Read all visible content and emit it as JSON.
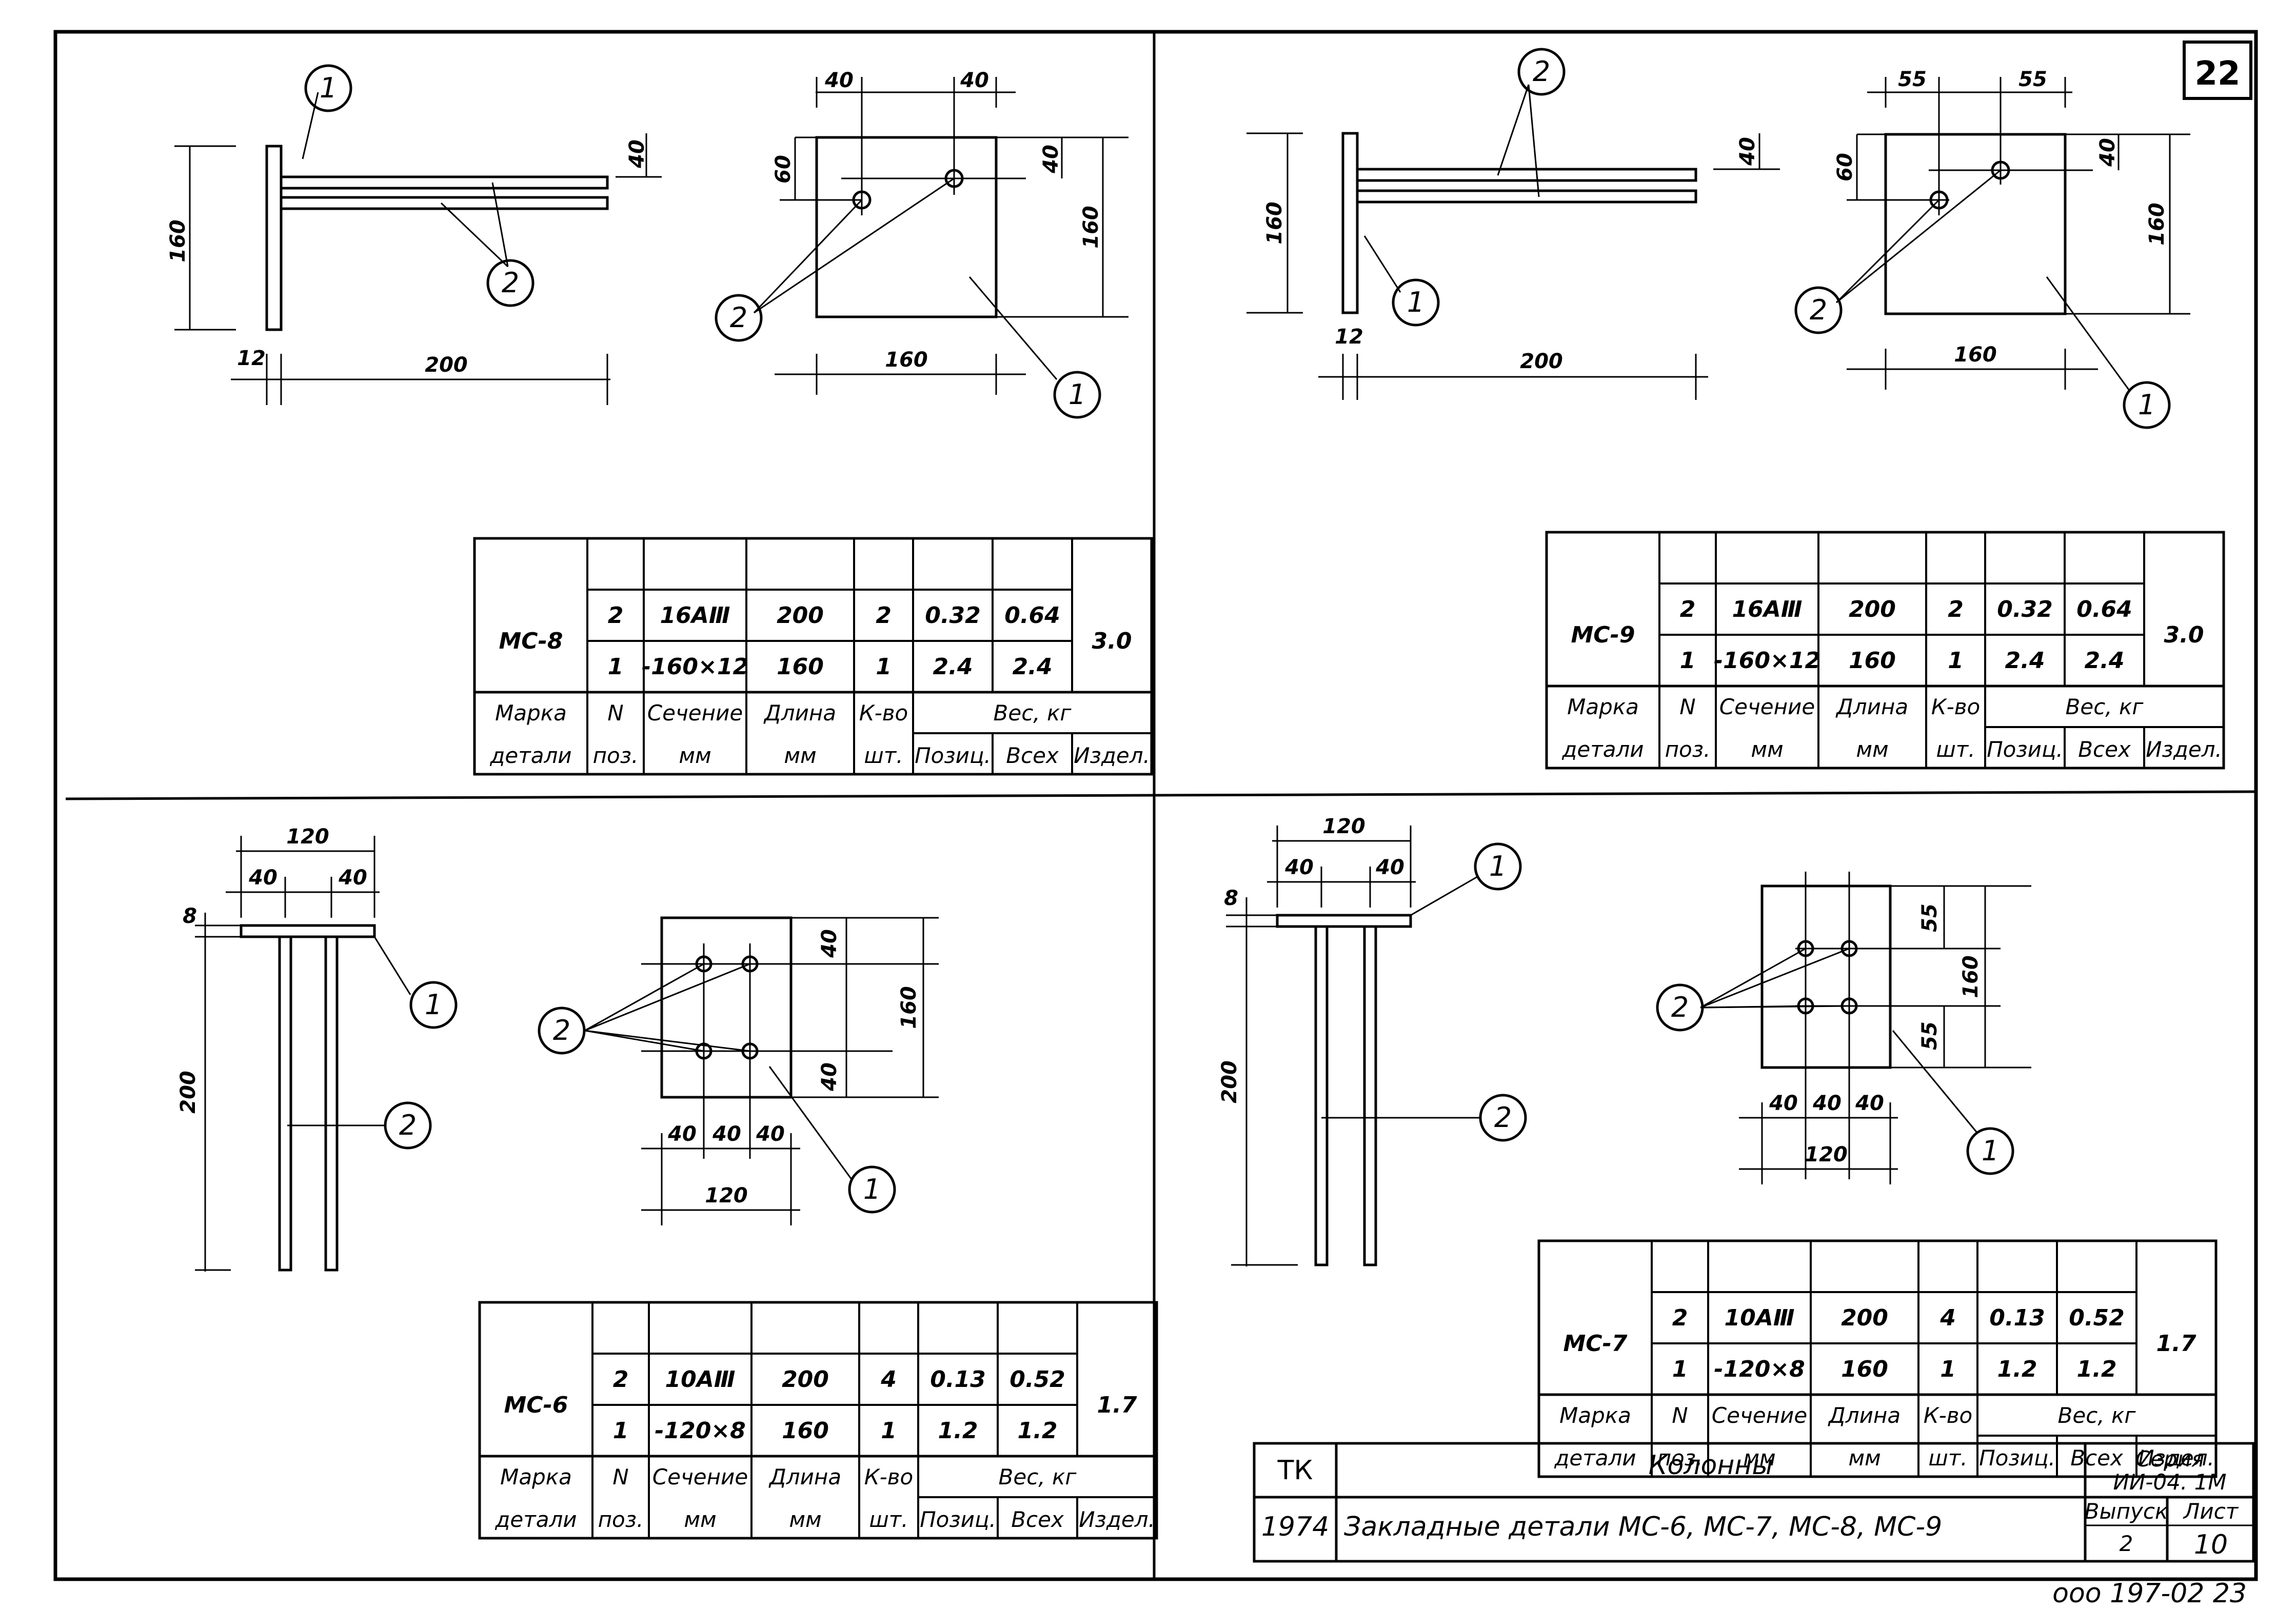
{
  "sheet_number": "22",
  "stamp": "ооо 197-02 23",
  "specs": [
    {
      "mark": "МС-8",
      "rows": [
        {
          "pos": "2",
          "section": "16АⅢ",
          "length": "200",
          "qty": "2",
          "w_pos": "0.32",
          "w_all": "0.64"
        },
        {
          "pos": "1",
          "section": "-160×12",
          "length": "160",
          "qty": "1",
          "w_pos": "2.4",
          "w_all": "2.4"
        }
      ],
      "w_item": "3.0"
    },
    {
      "mark": "МС-9",
      "rows": [
        {
          "pos": "2",
          "section": "16АⅢ",
          "length": "200",
          "qty": "2",
          "w_pos": "0.32",
          "w_all": "0.64"
        },
        {
          "pos": "1",
          "section": "-160×12",
          "length": "160",
          "qty": "1",
          "w_pos": "2.4",
          "w_all": "2.4"
        }
      ],
      "w_item": "3.0"
    },
    {
      "mark": "МС-6",
      "rows": [
        {
          "pos": "2",
          "section": "10АⅢ",
          "length": "200",
          "qty": "4",
          "w_pos": "0.13",
          "w_all": "0.52"
        },
        {
          "pos": "1",
          "section": "-120×8",
          "length": "160",
          "qty": "1",
          "w_pos": "1.2",
          "w_all": "1.2"
        }
      ],
      "w_item": "1.7"
    },
    {
      "mark": "МС-7",
      "rows": [
        {
          "pos": "2",
          "section": "10АⅢ",
          "length": "200",
          "qty": "4",
          "w_pos": "0.13",
          "w_all": "0.52"
        },
        {
          "pos": "1",
          "section": "-120×8",
          "length": "160",
          "qty": "1",
          "w_pos": "1.2",
          "w_all": "1.2"
        }
      ],
      "w_item": "1.7"
    }
  ],
  "headers": {
    "mark1": "Марка",
    "mark2": "детали",
    "pos1": "N",
    "pos2": "поз.",
    "sec1": "Сечение",
    "sec2": "мм",
    "len1": "Длина",
    "len2": "мм",
    "qty1": "К-во",
    "qty2": "шт.",
    "weight": "Вес, кг",
    "w_pos": "Позиц.",
    "w_all": "Всех",
    "w_item": "Издел."
  },
  "title_block": {
    "code": "ТК",
    "year": "1974",
    "name": "Колонны",
    "subtitle": "Закладные детали  МС-6, МС-7, МС-8, МС-9",
    "series_label": "Серия",
    "series": "ИИ-04. 1М",
    "issue_label": "Выпуск",
    "issue": "2",
    "sheet_label": "Лист",
    "sheet": "10"
  },
  "dims": {
    "d12": "12",
    "d200": "200",
    "d160": "160",
    "d40": "40",
    "d60": "60",
    "d55": "55",
    "d8": "8",
    "d120": "120"
  },
  "callouts": {
    "c1": "1",
    "c2": "2"
  }
}
